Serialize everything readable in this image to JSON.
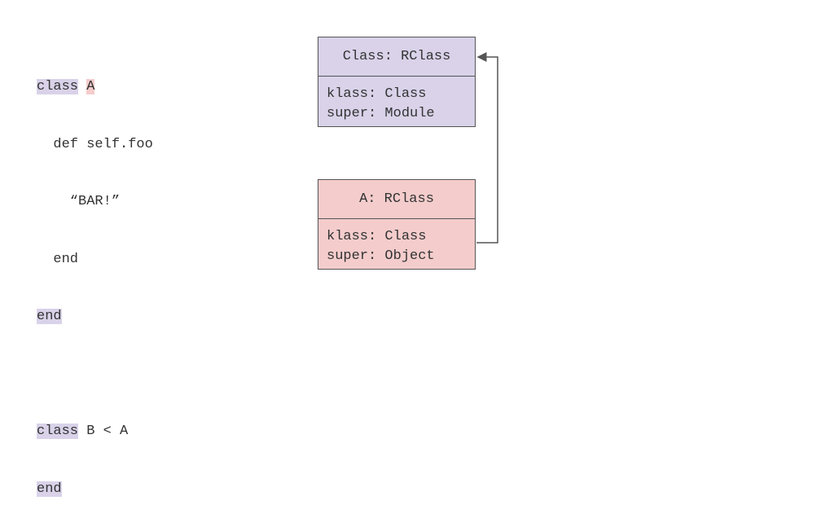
{
  "code": {
    "l1_kw": "class",
    "l1_name": "A",
    "l2": "  def self.foo",
    "l3": "    “BAR!”",
    "l4": "  end",
    "l5": "end",
    "l7_kw": "class",
    "l7_rest": " B < A",
    "l8": "end"
  },
  "boxes": {
    "class_box": {
      "title": "Class: RClass",
      "klass": "klass: Class",
      "super": "super: Module"
    },
    "a_box": {
      "title": "A: RClass",
      "klass": "klass: Class",
      "super": "super: Object"
    }
  },
  "colors": {
    "purple": "#d9d2e9",
    "pink": "#f4cccc",
    "border": "#555555"
  }
}
